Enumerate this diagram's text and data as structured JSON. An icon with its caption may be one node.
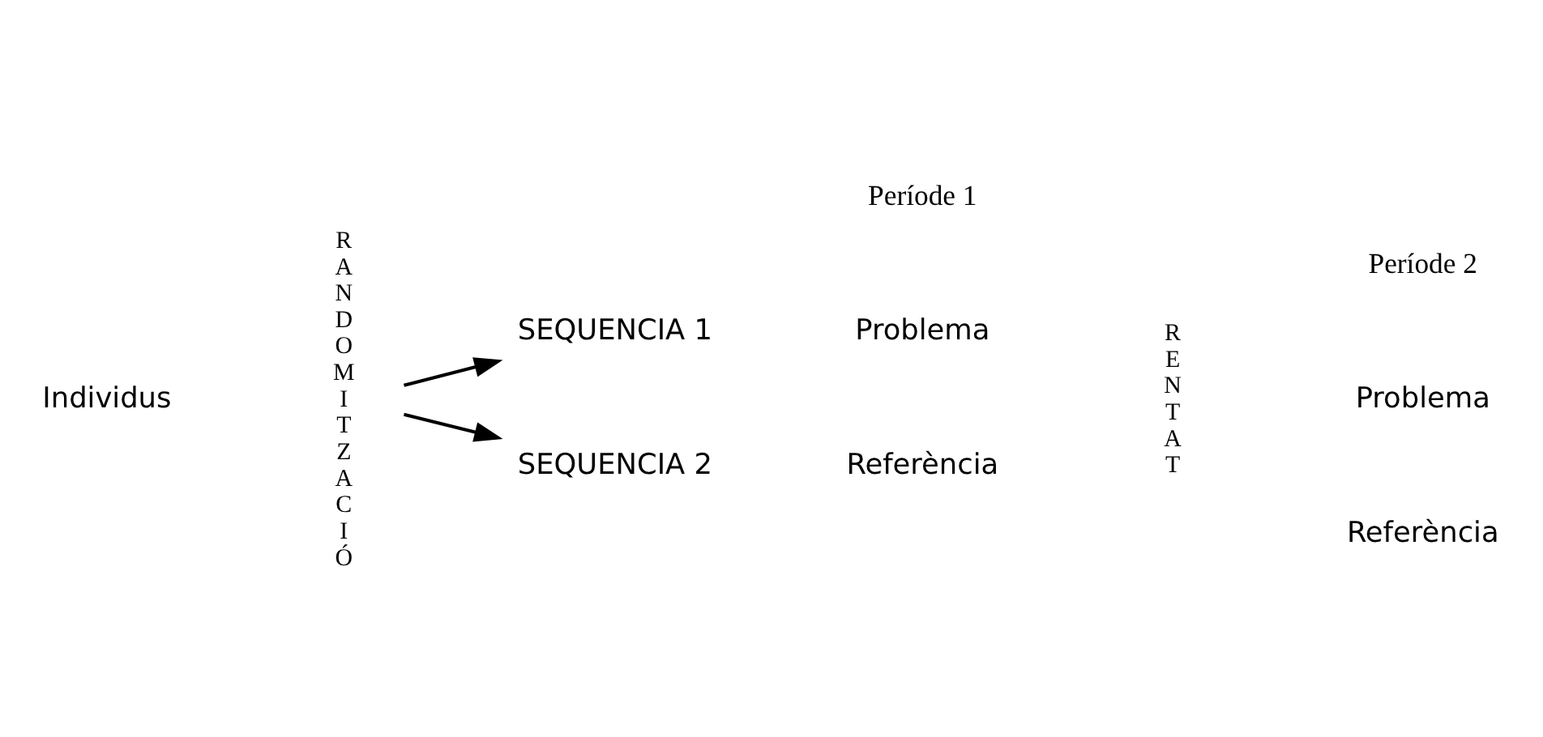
{
  "diagram": {
    "nodes": [
      {
        "text": [
          "Individus"
        ]
      },
      {
        "text": [
          "RANDOMITZACIÓ"
        ]
      },
      {
        "text": [
          "SEQUENCIA 1"
        ]
      },
      {
        "text": [
          "SEQUENCIA 2"
        ]
      },
      {
        "text": [
          "Problema"
        ]
      },
      {
        "text": [
          "Referència"
        ]
      },
      {
        "text": [
          "RENTAT"
        ]
      },
      {
        "text": [
          "Problema"
        ]
      },
      {
        "text": [
          "Referència"
        ]
      }
    ],
    "edges": [
      {
        "from": 1,
        "to": 2,
        "arrow": "to"
      },
      {
        "from": 1,
        "to": 3,
        "arrow": "to"
      }
    ],
    "labels": [
      "Període 1",
      "Període 2"
    ]
  }
}
